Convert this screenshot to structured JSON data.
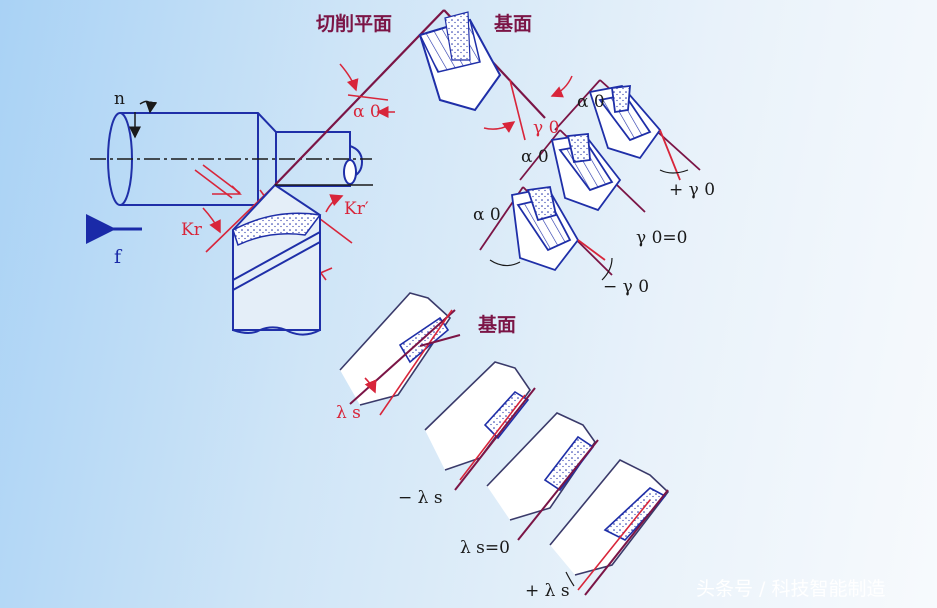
{
  "labels": {
    "cutting_plane": "切削平面",
    "base_plane_top": "基面",
    "base_plane_mid": "基面",
    "n": "n",
    "f": "f",
    "kr": "Kr",
    "kr_prime": "Kr′",
    "alpha0_top": "α 0",
    "gamma0_top": "γ 0",
    "alpha0_s1": "α 0",
    "alpha0_s2": "α 0",
    "alpha0_s3": "α 0",
    "plus_gamma0": "+ γ 0",
    "gamma0_zero": "γ 0=0",
    "minus_gamma0": "− γ 0",
    "lambda_s_1": "λ s",
    "minus_lambda_s": "− λ s",
    "lambda_s_zero": "λ s=0",
    "plus_lambda_s": "+ λ s"
  },
  "watermark": "头条号 / 科技智能制造",
  "colors": {
    "outline_blue": "#1f2fa8",
    "red_line": "#d8253a",
    "purple_line": "#7b1546",
    "label_purple": "#7b1546"
  }
}
